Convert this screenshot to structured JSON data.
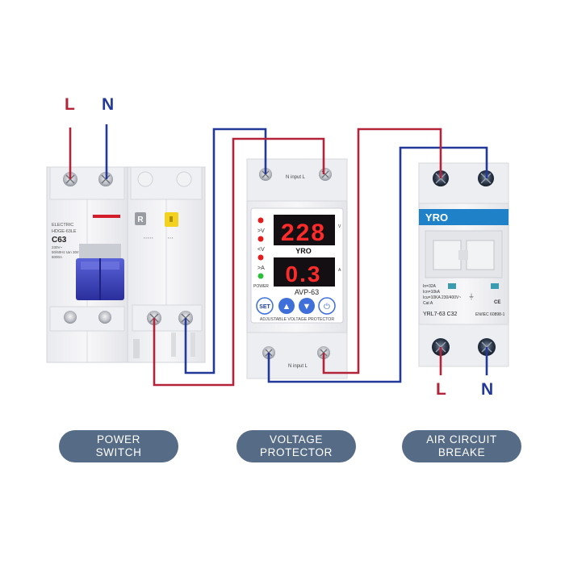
{
  "colors": {
    "live": "#b3243a",
    "neutral": "#23399a",
    "label_bg": "#566b86",
    "display_red": "#ff2a2a",
    "button_blue": "#3f6fd8"
  },
  "terminals": {
    "input_L": "L",
    "input_N": "N",
    "output_L": "L",
    "output_N": "N"
  },
  "power_switch": {
    "brand": "ELECTRIC",
    "model": "HDGE-63LE",
    "rating": "C63",
    "test_button": "R",
    "specs": [
      "230V~",
      "50/60Hz",
      "6000A",
      "IΔn 30mA"
    ]
  },
  "voltage_protector": {
    "top_label": "N  input  L",
    "bottom_label": "N  input  L",
    "indicators": [
      ">V",
      "<V",
      ">A",
      "POWER"
    ],
    "display_top": "228",
    "display_top_unit": "V",
    "brand": "YRO",
    "display_bottom": "0.3",
    "display_bottom_unit": "A",
    "model": "AVP-63",
    "buttons": [
      "SET",
      "▲",
      "▼",
      "⏻"
    ],
    "caption": "ADJUSTABLE VOLTAGE PROTECTOR"
  },
  "breaker": {
    "brand": "YRO",
    "specs": [
      "In=32A",
      "Icn=10kA",
      "Icu=10KA 230/400V~",
      "Cat A"
    ],
    "model": "YRL7-63 C32",
    "standard": "EN/IEC 60898-1"
  },
  "labels": {
    "power_switch": [
      "POWER",
      "SWITCH"
    ],
    "voltage_protector": [
      "VOLTAGE",
      "PROTECTOR"
    ],
    "air_circuit_breaker": [
      "AIR CIRCUIT",
      "BREAKE"
    ]
  }
}
